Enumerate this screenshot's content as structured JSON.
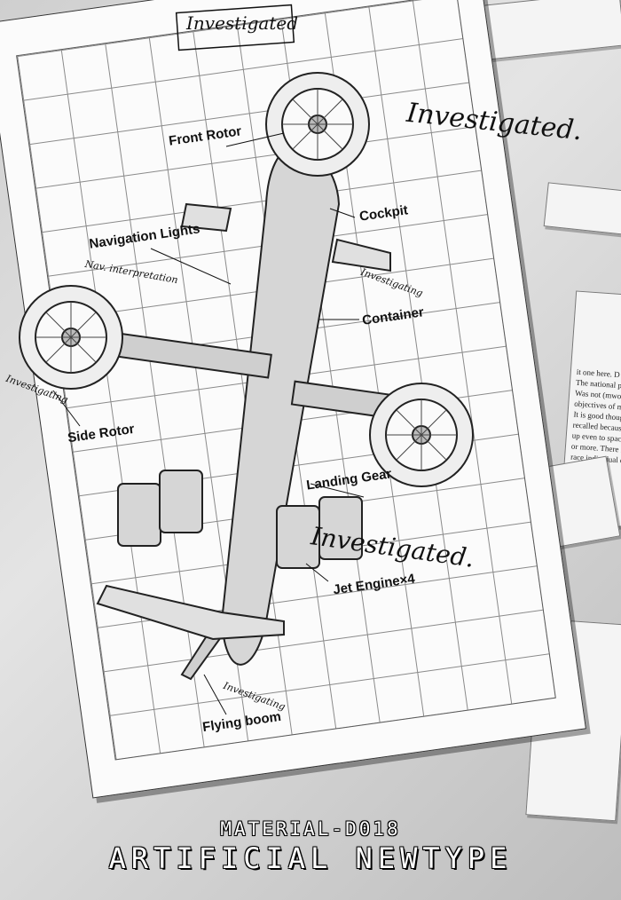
{
  "caption": {
    "code": "MATERIAL-D018",
    "title": "ARTIFICIAL NEWTYPE"
  },
  "labels": {
    "front_rotor": "Front Rotor",
    "cockpit": "Cockpit",
    "navigation_lights": "Navigation Lights",
    "container": "Container",
    "side_rotor": "Side Rotor",
    "landing_gear": "Landing Gear",
    "jet_engine": "Jet Engine×4",
    "flying_boom": "Flying boom"
  },
  "stamps": {
    "top": "Investigated",
    "right": "Investigated.",
    "engine": "Investigated."
  },
  "notes": {
    "nav": "Nav. interpretation",
    "cockpit": "Investigating",
    "side": "Investigating",
    "boom": "Investigating"
  },
  "side_document": {
    "lines": [
      "it one here. D",
      "The national powe",
      "Was not (mwo) rul",
      "objectives of my. D",
      "It is good though a",
      "recalled because t",
      "up even to spac",
      "or more. There is",
      "race individual o"
    ]
  }
}
